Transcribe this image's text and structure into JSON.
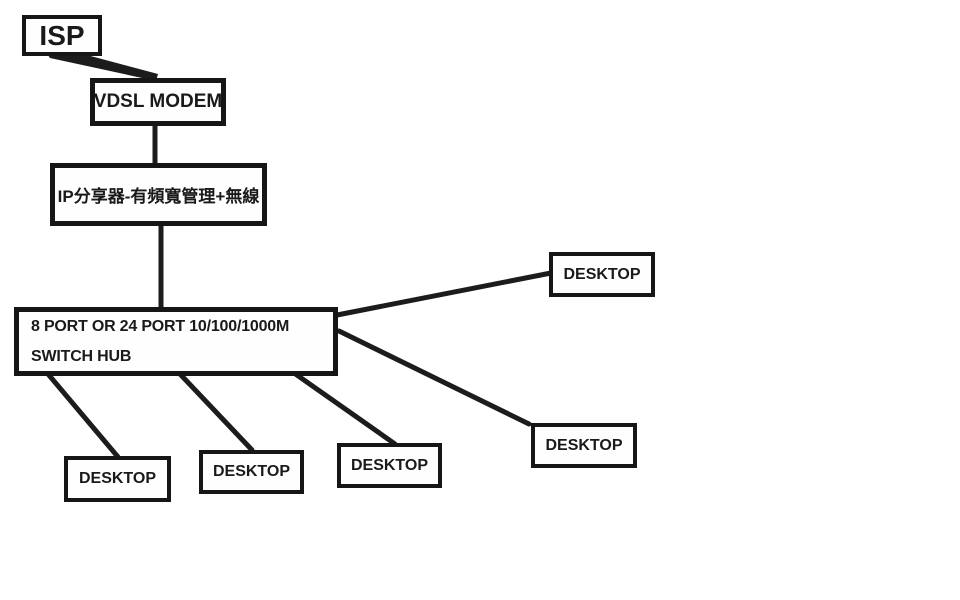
{
  "diagram": {
    "type": "network-topology",
    "nodes": {
      "isp": {
        "label": "ISP"
      },
      "modem": {
        "label": "VDSL MODEM"
      },
      "router": {
        "label": "IP分享器-有頻寬管理+無線"
      },
      "switch": {
        "label_lines": [
          "8 PORT OR 24 PORT 10/100/1000M",
          "SWITCH HUB"
        ]
      },
      "desktop_right_top": {
        "label": "DESKTOP"
      },
      "desktop_right_mid": {
        "label": "DESKTOP"
      },
      "desktop_bottom_1": {
        "label": "DESKTOP"
      },
      "desktop_bottom_2": {
        "label": "DESKTOP"
      },
      "desktop_bottom_3": {
        "label": "DESKTOP"
      }
    },
    "edges": [
      {
        "from": "isp",
        "to": "modem"
      },
      {
        "from": "modem",
        "to": "router"
      },
      {
        "from": "router",
        "to": "switch"
      },
      {
        "from": "switch",
        "to": "desktop_right_top"
      },
      {
        "from": "switch",
        "to": "desktop_right_mid"
      },
      {
        "from": "switch",
        "to": "desktop_bottom_1"
      },
      {
        "from": "switch",
        "to": "desktop_bottom_2"
      },
      {
        "from": "switch",
        "to": "desktop_bottom_3"
      }
    ],
    "colors": {
      "line": "#1c1c1c",
      "box_border": "#161616",
      "box_fill": "#fefefe",
      "text": "#1a1a1a",
      "background": "#ffffff"
    }
  }
}
